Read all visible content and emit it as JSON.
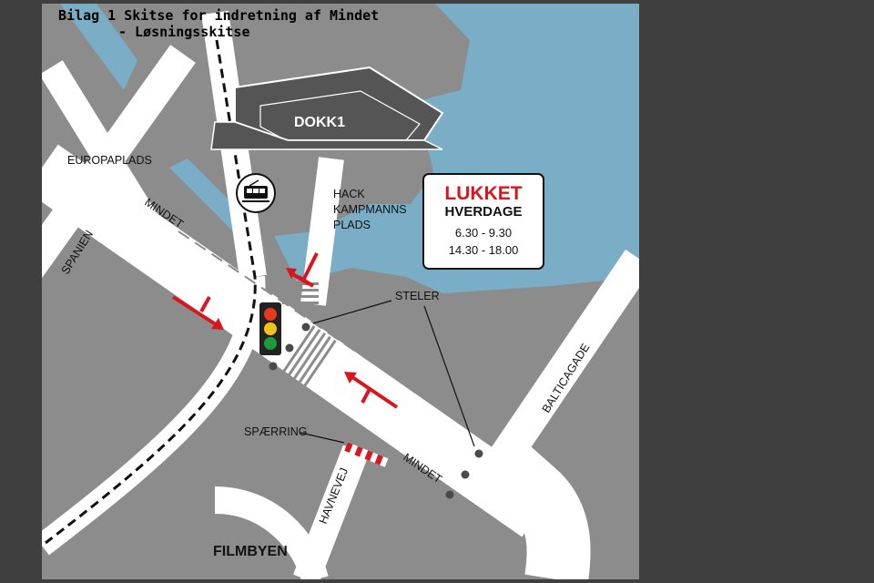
{
  "document": {
    "title_line1": "Bilag 1 Skitse for indretning af Mindet",
    "title_line2": "- Løsningsskitse"
  },
  "map": {
    "labels": {
      "dokk1": "DOKK1",
      "europaplads": "EUROPAPLADS",
      "spanien": "SPANIEN",
      "mindet_north": "MINDET",
      "hack_line1": "HACK",
      "hack_line2": "KAMPMANNS",
      "hack_line3": "PLADS",
      "steler": "STELER",
      "baltic": "BALTICAGADE",
      "spaerring": "SPÆRRING",
      "mindet_south": "MINDET",
      "havnevej": "HAVNEVEJ",
      "filmbyen": "FILMBYEN"
    },
    "closed_box": {
      "title": "LUKKET",
      "subtitle": "HVERDAGE",
      "time1": "6.30 - 9.30",
      "time2": "14.30 - 18.00"
    },
    "icons": [
      "tram-icon",
      "traffic-light-icon",
      "arrow-icon",
      "bollard-icon"
    ],
    "colors": {
      "land": "#8c8c8c",
      "water": "#79aec6",
      "road": "#ffffff",
      "building": "#555555",
      "accent_red": "#d9161e"
    }
  }
}
